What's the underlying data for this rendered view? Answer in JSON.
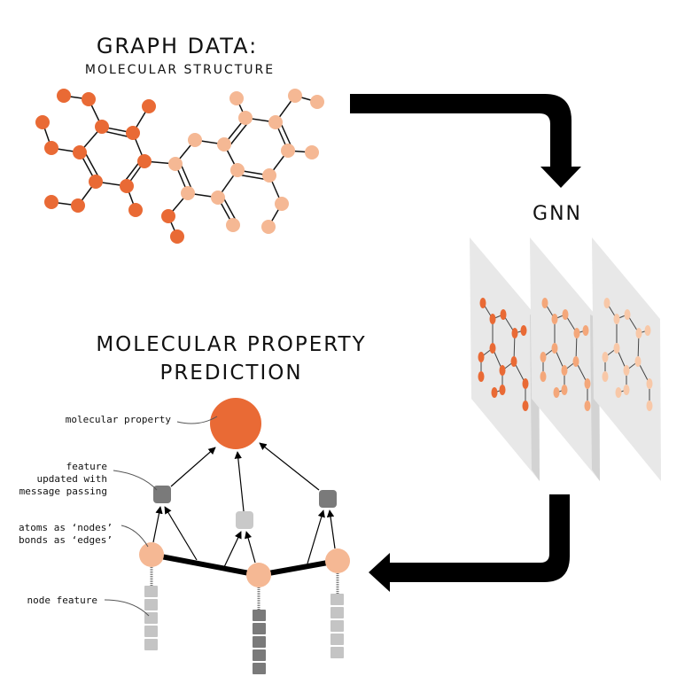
{
  "titles": {
    "graph_data": "GRAPH DATA:",
    "graph_data_sub": "MOLECULAR STRUCTURE",
    "gnn": "GNN",
    "prediction_line1": "MOLECULAR PROPERTY",
    "prediction_line2": "PREDICTION"
  },
  "annotations": {
    "molecular_property": "molecular property",
    "feature_line1": "feature",
    "feature_line2": "updated with",
    "feature_line3": "message passing",
    "atoms_line1": "atoms as ‘nodes’",
    "atoms_line2": "bonds as ‘edges’",
    "node_feature": "node feature"
  },
  "colors": {
    "orange": "#E96A35",
    "peach": "#F5B894",
    "plane": "#E8E8E8",
    "dark_feature": "#7A7A7A",
    "light_feature": "#C4C4C4",
    "arrow": "#000000"
  }
}
